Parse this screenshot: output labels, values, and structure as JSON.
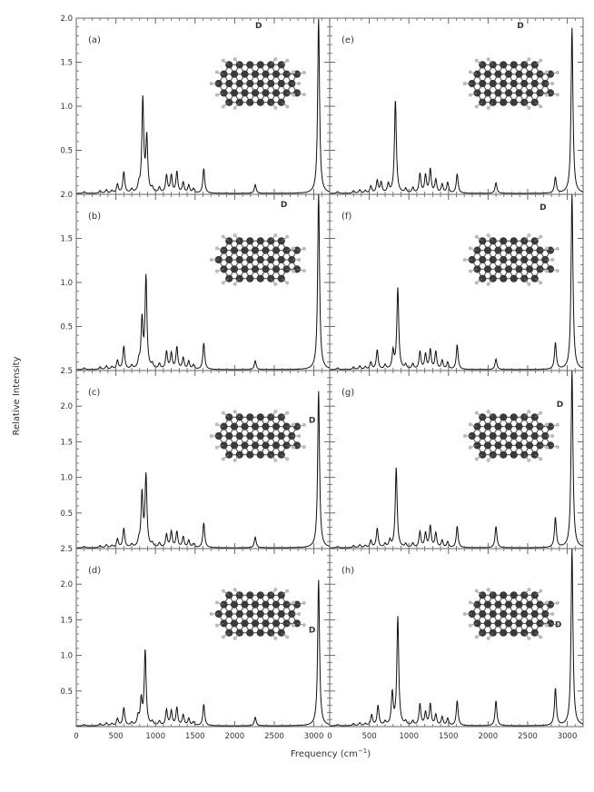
{
  "figure": {
    "xlabel_main": "Frequency (cm",
    "xlabel_sup": "−1",
    "xlabel_close": ")",
    "ylabel": "Relative Intensity"
  },
  "chart_data": [
    {
      "type": "line",
      "label": "(a)",
      "molecule_label": "D",
      "xlim": [
        0,
        3200
      ],
      "ylim": [
        0,
        2.0
      ],
      "xticks": [
        0,
        500,
        1000,
        1500,
        2000,
        2500,
        3000
      ],
      "yticks": [
        0.5,
        1.0,
        1.5,
        2.0
      ],
      "peaks": [
        [
          100,
          0.02
        ],
        [
          300,
          0.03
        ],
        [
          380,
          0.04
        ],
        [
          450,
          0.03
        ],
        [
          520,
          0.1
        ],
        [
          600,
          0.24
        ],
        [
          700,
          0.04
        ],
        [
          790,
          0.08
        ],
        [
          840,
          1.06
        ],
        [
          890,
          0.62
        ],
        [
          960,
          0.05
        ],
        [
          1050,
          0.06
        ],
        [
          1140,
          0.2
        ],
        [
          1200,
          0.2
        ],
        [
          1270,
          0.24
        ],
        [
          1350,
          0.12
        ],
        [
          1420,
          0.09
        ],
        [
          1480,
          0.05
        ],
        [
          1610,
          0.28
        ],
        [
          2260,
          0.1
        ],
        [
          3060,
          1.98
        ]
      ]
    },
    {
      "type": "line",
      "label": "(b)",
      "molecule_label": "D",
      "xlim": [
        0,
        3200
      ],
      "ylim": [
        0,
        2.0
      ],
      "xticks": [
        0,
        500,
        1000,
        1500,
        2000,
        2500,
        3000
      ],
      "yticks": [
        0.5,
        1.0,
        1.5,
        2.0
      ],
      "peaks": [
        [
          100,
          0.02
        ],
        [
          300,
          0.03
        ],
        [
          380,
          0.04
        ],
        [
          450,
          0.03
        ],
        [
          520,
          0.1
        ],
        [
          600,
          0.26
        ],
        [
          700,
          0.04
        ],
        [
          790,
          0.08
        ],
        [
          830,
          0.55
        ],
        [
          880,
          1.04
        ],
        [
          960,
          0.05
        ],
        [
          1050,
          0.06
        ],
        [
          1140,
          0.2
        ],
        [
          1200,
          0.18
        ],
        [
          1270,
          0.25
        ],
        [
          1350,
          0.13
        ],
        [
          1420,
          0.09
        ],
        [
          1480,
          0.05
        ],
        [
          1610,
          0.3
        ],
        [
          2260,
          0.1
        ],
        [
          3060,
          2.0
        ]
      ]
    },
    {
      "type": "line",
      "label": "(c)",
      "molecule_label": "D",
      "xlim": [
        0,
        3200
      ],
      "ylim": [
        0,
        2.5
      ],
      "xticks": [
        0,
        500,
        1000,
        1500,
        2000,
        2500,
        3000
      ],
      "yticks": [
        0.5,
        1.0,
        1.5,
        2.0,
        2.5
      ],
      "peaks": [
        [
          100,
          0.02
        ],
        [
          300,
          0.03
        ],
        [
          380,
          0.04
        ],
        [
          450,
          0.03
        ],
        [
          520,
          0.12
        ],
        [
          600,
          0.27
        ],
        [
          700,
          0.04
        ],
        [
          790,
          0.08
        ],
        [
          830,
          0.75
        ],
        [
          880,
          1.0
        ],
        [
          960,
          0.05
        ],
        [
          1050,
          0.06
        ],
        [
          1140,
          0.18
        ],
        [
          1200,
          0.22
        ],
        [
          1270,
          0.22
        ],
        [
          1350,
          0.15
        ],
        [
          1420,
          0.1
        ],
        [
          1480,
          0.05
        ],
        [
          1610,
          0.35
        ],
        [
          2260,
          0.15
        ],
        [
          3060,
          2.2
        ]
      ]
    },
    {
      "type": "line",
      "label": "(d)",
      "molecule_label": "D",
      "xlim": [
        0,
        3200
      ],
      "ylim": [
        0,
        2.5
      ],
      "xticks": [
        0,
        500,
        1000,
        1500,
        2000,
        2500,
        3000
      ],
      "yticks": [
        0.5,
        1.0,
        1.5,
        2.0,
        2.5
      ],
      "peaks": [
        [
          100,
          0.02
        ],
        [
          300,
          0.03
        ],
        [
          380,
          0.04
        ],
        [
          450,
          0.03
        ],
        [
          520,
          0.1
        ],
        [
          600,
          0.25
        ],
        [
          700,
          0.04
        ],
        [
          780,
          0.12
        ],
        [
          820,
          0.35
        ],
        [
          870,
          1.05
        ],
        [
          960,
          0.05
        ],
        [
          1050,
          0.06
        ],
        [
          1140,
          0.22
        ],
        [
          1200,
          0.2
        ],
        [
          1270,
          0.25
        ],
        [
          1350,
          0.15
        ],
        [
          1420,
          0.1
        ],
        [
          1480,
          0.05
        ],
        [
          1610,
          0.3
        ],
        [
          2260,
          0.12
        ],
        [
          3060,
          2.05
        ]
      ]
    },
    {
      "type": "line",
      "label": "(e)",
      "molecule_label": "D",
      "xlim": [
        0,
        3200
      ],
      "ylim": [
        0,
        2.0
      ],
      "xticks": [
        0,
        500,
        1000,
        1500,
        2000,
        2500,
        3000
      ],
      "yticks": [
        0.5,
        1.0,
        1.5,
        2.0
      ],
      "peaks": [
        [
          100,
          0.02
        ],
        [
          300,
          0.03
        ],
        [
          380,
          0.04
        ],
        [
          450,
          0.03
        ],
        [
          520,
          0.08
        ],
        [
          600,
          0.14
        ],
        [
          650,
          0.12
        ],
        [
          740,
          0.1
        ],
        [
          830,
          1.06
        ],
        [
          960,
          0.05
        ],
        [
          1050,
          0.06
        ],
        [
          1140,
          0.22
        ],
        [
          1210,
          0.2
        ],
        [
          1270,
          0.27
        ],
        [
          1340,
          0.15
        ],
        [
          1420,
          0.1
        ],
        [
          1490,
          0.12
        ],
        [
          1610,
          0.22
        ],
        [
          2100,
          0.12
        ],
        [
          2850,
          0.18
        ],
        [
          3060,
          1.88
        ]
      ]
    },
    {
      "type": "line",
      "label": "(f)",
      "molecule_label": "D",
      "xlim": [
        0,
        3200
      ],
      "ylim": [
        0,
        2.0
      ],
      "xticks": [
        0,
        500,
        1000,
        1500,
        2000,
        2500,
        3000
      ],
      "yticks": [
        0.5,
        1.0,
        1.5,
        2.0
      ],
      "peaks": [
        [
          100,
          0.02
        ],
        [
          300,
          0.03
        ],
        [
          380,
          0.04
        ],
        [
          450,
          0.03
        ],
        [
          520,
          0.08
        ],
        [
          600,
          0.22
        ],
        [
          700,
          0.05
        ],
        [
          800,
          0.2
        ],
        [
          860,
          0.92
        ],
        [
          960,
          0.05
        ],
        [
          1050,
          0.06
        ],
        [
          1140,
          0.2
        ],
        [
          1210,
          0.17
        ],
        [
          1270,
          0.22
        ],
        [
          1340,
          0.2
        ],
        [
          1420,
          0.1
        ],
        [
          1490,
          0.08
        ],
        [
          1610,
          0.28
        ],
        [
          2100,
          0.12
        ],
        [
          2850,
          0.3
        ],
        [
          3060,
          2.0
        ]
      ]
    },
    {
      "type": "line",
      "label": "(g)",
      "molecule_label": "D",
      "xlim": [
        0,
        3200
      ],
      "ylim": [
        0,
        2.5
      ],
      "xticks": [
        0,
        500,
        1000,
        1500,
        2000,
        2500,
        3000
      ],
      "yticks": [
        0.5,
        1.0,
        1.5,
        2.0,
        2.5
      ],
      "peaks": [
        [
          100,
          0.02
        ],
        [
          300,
          0.03
        ],
        [
          380,
          0.04
        ],
        [
          450,
          0.03
        ],
        [
          520,
          0.1
        ],
        [
          600,
          0.27
        ],
        [
          700,
          0.05
        ],
        [
          760,
          0.1
        ],
        [
          840,
          1.12
        ],
        [
          960,
          0.05
        ],
        [
          1050,
          0.06
        ],
        [
          1140,
          0.22
        ],
        [
          1210,
          0.2
        ],
        [
          1270,
          0.3
        ],
        [
          1340,
          0.2
        ],
        [
          1420,
          0.1
        ],
        [
          1490,
          0.08
        ],
        [
          1610,
          0.3
        ],
        [
          2100,
          0.3
        ],
        [
          2850,
          0.42
        ],
        [
          3060,
          2.5
        ]
      ]
    },
    {
      "type": "line",
      "label": "(h)",
      "molecule_label": "D",
      "xlim": [
        0,
        3200
      ],
      "ylim": [
        0,
        2.5
      ],
      "xticks": [
        0,
        500,
        1000,
        1500,
        2000,
        2500,
        3000
      ],
      "yticks": [
        0.5,
        1.0,
        1.5,
        2.0,
        2.5
      ],
      "peaks": [
        [
          100,
          0.02
        ],
        [
          300,
          0.03
        ],
        [
          380,
          0.04
        ],
        [
          450,
          0.03
        ],
        [
          530,
          0.15
        ],
        [
          610,
          0.28
        ],
        [
          700,
          0.05
        ],
        [
          790,
          0.45
        ],
        [
          860,
          1.52
        ],
        [
          960,
          0.05
        ],
        [
          1050,
          0.06
        ],
        [
          1140,
          0.3
        ],
        [
          1210,
          0.18
        ],
        [
          1270,
          0.3
        ],
        [
          1340,
          0.15
        ],
        [
          1420,
          0.12
        ],
        [
          1490,
          0.1
        ],
        [
          1610,
          0.35
        ],
        [
          2100,
          0.35
        ],
        [
          2850,
          0.52
        ],
        [
          3060,
          2.5
        ]
      ]
    }
  ]
}
